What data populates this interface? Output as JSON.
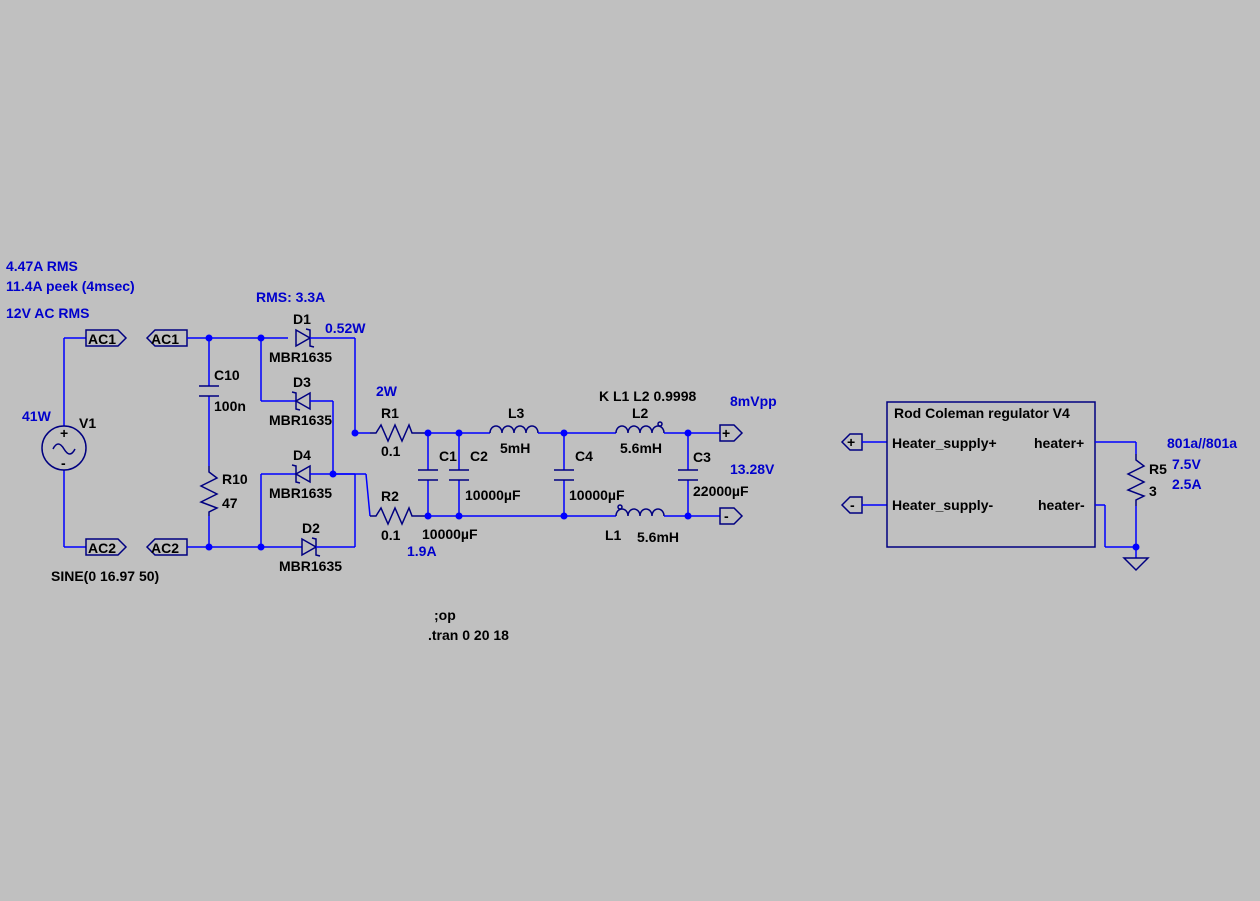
{
  "annotations": {
    "source_rms_current": "4.47A RMS",
    "source_peak_current": "11.4A peek (4msec)",
    "source_voltage": "12V AC RMS",
    "source_power": "41W",
    "diode_rms": "RMS:  3.3A",
    "diode_power": "0.52W",
    "resistor_power": "2W",
    "resistor_current": "1.9A",
    "ripple": "8mVpp",
    "output_voltage": "13.28V",
    "heater_tubes": "801a//801a",
    "heater_voltage": "7.5V",
    "heater_current": "2.5A"
  },
  "ports": {
    "ac1_left": "AC1",
    "ac1_right": "AC1",
    "ac2_left": "AC2",
    "ac2_right": "AC2",
    "plus_out": "+",
    "minus_out": "-",
    "plus_in": "+",
    "minus_in": "-"
  },
  "components": {
    "V1": {
      "name": "V1",
      "value": "SINE(0 16.97 50)"
    },
    "C10": {
      "name": "C10",
      "value": "100n"
    },
    "R10": {
      "name": "R10",
      "value": "47"
    },
    "D1": {
      "name": "D1",
      "value": "MBR1635"
    },
    "D2": {
      "name": "D2",
      "value": "MBR1635"
    },
    "D3": {
      "name": "D3",
      "value": "MBR1635"
    },
    "D4": {
      "name": "D4",
      "value": "MBR1635"
    },
    "R1": {
      "name": "R1",
      "value": "0.1"
    },
    "R2": {
      "name": "R2",
      "value": "0.1"
    },
    "C1": {
      "name": "C1",
      "value": "10000µF"
    },
    "C2": {
      "name": "C2",
      "value": "10000µF"
    },
    "L3": {
      "name": "L3",
      "value": "5mH"
    },
    "C4": {
      "name": "C4",
      "value": "10000µF"
    },
    "L2": {
      "name": "L2",
      "value": "5.6mH"
    },
    "L1": {
      "name": "L1",
      "value": "5.6mH"
    },
    "C3": {
      "name": "C3",
      "value": "22000µF"
    },
    "K": {
      "value": "K L1 L2 0.9998"
    },
    "R5": {
      "name": "R5",
      "value": "3"
    }
  },
  "regulator": {
    "title": "Rod Coleman regulator V4",
    "pin_in_plus": "Heater_supply+",
    "pin_in_minus": "Heater_supply-",
    "pin_out_plus": "heater+",
    "pin_out_minus": "heater-"
  },
  "directives": {
    "op": ";op",
    "tran": ".tran 0 20 18"
  }
}
